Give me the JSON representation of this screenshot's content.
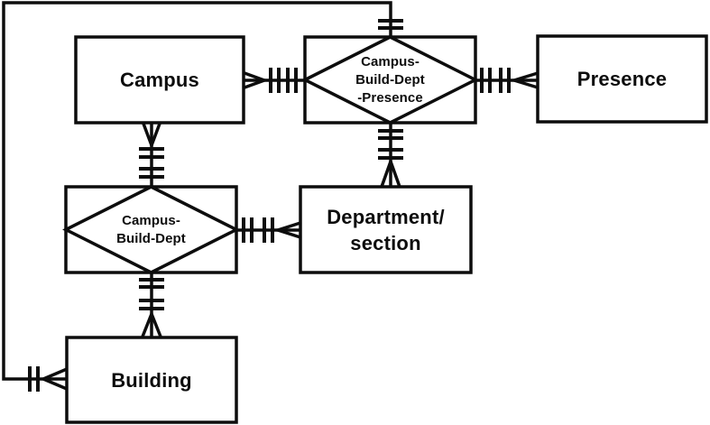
{
  "diagram": {
    "type": "entity-relationship-diagram",
    "notation": "crows-foot",
    "colors": {
      "background": "#ffffff",
      "line": "#0d0d0d",
      "text": "#0d0d0d"
    },
    "entities": [
      {
        "id": "campus",
        "lines": [
          "Campus"
        ]
      },
      {
        "id": "presence",
        "lines": [
          "Presence"
        ]
      },
      {
        "id": "department",
        "lines": [
          "Department/",
          "section"
        ]
      },
      {
        "id": "building",
        "lines": [
          "Building"
        ]
      }
    ],
    "relationships": [
      {
        "id": "campus-build-dept-presence",
        "lines": [
          "Campus-",
          "Build-Dept",
          "-Presence"
        ]
      },
      {
        "id": "campus-build-dept",
        "lines": [
          "Campus-",
          "Build-Dept"
        ]
      }
    ],
    "connections": [
      {
        "from": "Campus",
        "to": "Campus-Build-Dept-Presence",
        "marker_at_campus": "crows-foot-many",
        "marker_on_line": "double-double-bar"
      },
      {
        "from": "Campus-Build-Dept-Presence",
        "to": "Presence",
        "marker_on_line": "double-double-bar",
        "marker_at_presence": "crows-foot-many"
      },
      {
        "from": "Campus-Build-Dept-Presence",
        "to": "Department/section",
        "marker_on_line": "double-double-bar",
        "marker_at_department": "crows-foot-many"
      },
      {
        "from": "Campus-Build-Dept-Presence",
        "to": "Building",
        "route": "around-left-edge",
        "marker_on_line": "double-bar-top, double-bar-bottom",
        "marker_at_building": "crows-foot-many"
      },
      {
        "from": "Campus",
        "to": "Campus-Build-Dept",
        "marker_at_campus": "crows-foot-many",
        "marker_on_line": "double-double-bar"
      },
      {
        "from": "Campus-Build-Dept",
        "to": "Department/section",
        "marker_on_line": "double-double-bar",
        "marker_at_department": "crows-foot-many"
      },
      {
        "from": "Campus-Build-Dept",
        "to": "Building",
        "marker_on_line": "double-double-bar",
        "marker_at_building": "crows-foot-many"
      }
    ]
  }
}
